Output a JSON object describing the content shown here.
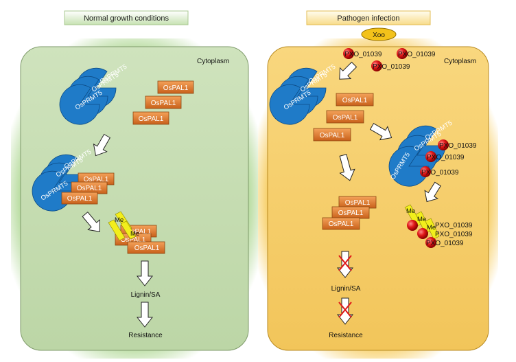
{
  "left_panel": {
    "title": "Normal growth conditions",
    "compartment": "Cytoplasm",
    "top_enzyme": "OsPRMT5",
    "top_pal": [
      "OsPAL1",
      "OsPAL1",
      "OsPAL1"
    ],
    "complex_enzyme": "OsPRMT5",
    "complex_pal": [
      "OsPAL1",
      "OsPAL1",
      "OsPAL1"
    ],
    "methyl_tag": "Me",
    "methylated_pal": [
      "OsPAL1",
      "OsPAL1",
      "OsPAL1"
    ],
    "product": "Lignin/SA",
    "outcome": "Resistance"
  },
  "right_panel": {
    "title": "Pathogen infection",
    "pathogen": "Xoo",
    "compartment": "Cytoplasm",
    "effector": "PXO_01039",
    "effectors_entry": [
      "PXO_01039",
      "PXO_01039",
      "PXO_01039"
    ],
    "top_enzyme": "OsPRMT5",
    "top_pal": [
      "OsPAL1",
      "OsPAL1",
      "OsPAL1"
    ],
    "complex_enzyme": "OsPRMT5",
    "complex_effectors": [
      "PXO_01039",
      "PXO_01039",
      "PXO_01039"
    ],
    "unmethylated_pal": [
      "OsPAL1",
      "OsPAL1",
      "OsPAL1"
    ],
    "methyl_tag": "Me",
    "methylated_effectors": [
      "PXO_01039",
      "PXO_01039",
      "PXO_01039"
    ],
    "product": "Lignin/SA",
    "outcome": "Resistance"
  },
  "colors": {
    "left_cell": "#c5dcb0",
    "right_cell": "#f7cd6a",
    "enzyme": "#1f7bc8",
    "pal_box": "#e07a2b",
    "effector": "#d81818",
    "methyl": "#f2ee1c",
    "blocked": "#e01818"
  }
}
